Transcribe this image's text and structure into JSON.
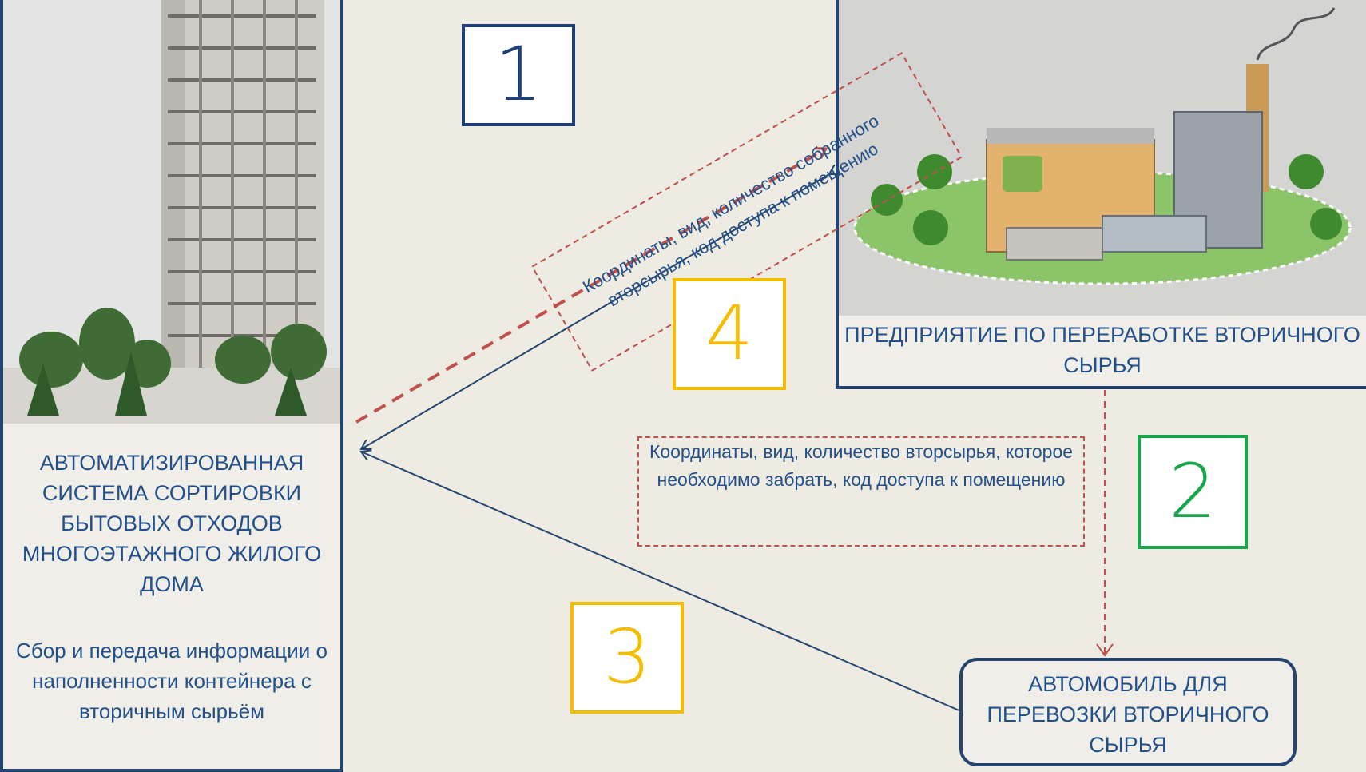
{
  "left_panel": {
    "caption": "АВТОМАТИЗИРОВАННАЯ СИСТЕМА СОРТИРОВКИ БЫТОВЫХ ОТХОДОВ МНОГОЭТАЖНОГО ЖИЛОГО ДОМА",
    "subcaption": "Сбор и передача информации о наполненности контейнера с вторичным сырьём"
  },
  "right_panel": {
    "caption": "ПРЕДПРИЯТИЕ ПО ПЕРЕРАБОТКЕ ВТОРИЧНОГО СЫРЬЯ"
  },
  "truck_box": {
    "caption": "АВТОМОБИЛЬ ДЛЯ ПЕРЕВОЗКИ ВТОРИЧНОГО СЫРЬЯ"
  },
  "steps": {
    "one": "1",
    "two": "2",
    "three": "3",
    "four": "4"
  },
  "notes": {
    "note1": "Координаты, вид, количество собранного вторсырья, код доступа к помещению",
    "note2": "Координаты, вид, количество вторсырья, которое необходимо забрать, код доступа к помещению"
  },
  "colors": {
    "navy": "#24456f",
    "text_blue": "#23508a",
    "red_dashed": "#c0504d",
    "green": "#18a64a",
    "yellow": "#f3bd00"
  }
}
